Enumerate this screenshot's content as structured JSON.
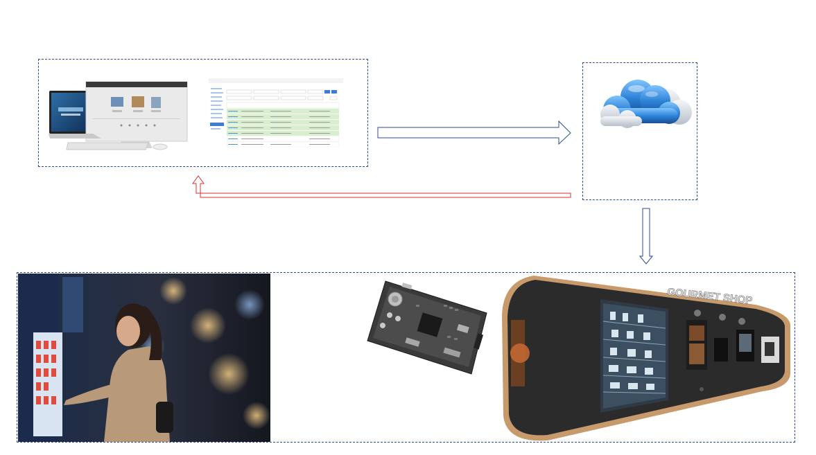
{
  "diagram": {
    "nodes": [
      {
        "id": "web-backend",
        "kind": "admin web system (laptop, monitor, management table)"
      },
      {
        "id": "cloud-server",
        "kind": "cloud"
      },
      {
        "id": "vending-terminals",
        "kind": "control board, touch vending kiosk, customer at machine"
      }
    ],
    "edges": [
      {
        "from": "web-backend",
        "to": "cloud-server",
        "color": "#2e4a8c"
      },
      {
        "from": "cloud-server",
        "to": "web-backend",
        "color": "#d9302a"
      },
      {
        "from": "cloud-server",
        "to": "vending-terminals",
        "color": "#2e4a8c"
      }
    ]
  },
  "colors": {
    "frame": "#2e4a8c",
    "return_arrow": "#d9302a",
    "cloud_blue": "#2a7fd4",
    "table_green": "#d7efcd",
    "kiosk_dark": "#2b2b2b",
    "kiosk_wood": "#c79a6b"
  },
  "kiosk": {
    "sign": "GOURMET SHOP"
  },
  "icons": [
    "laptop-icon",
    "monitor-icon",
    "keyboard-icon",
    "cloud-icon",
    "circuit-board-icon",
    "vending-kiosk-icon"
  ]
}
